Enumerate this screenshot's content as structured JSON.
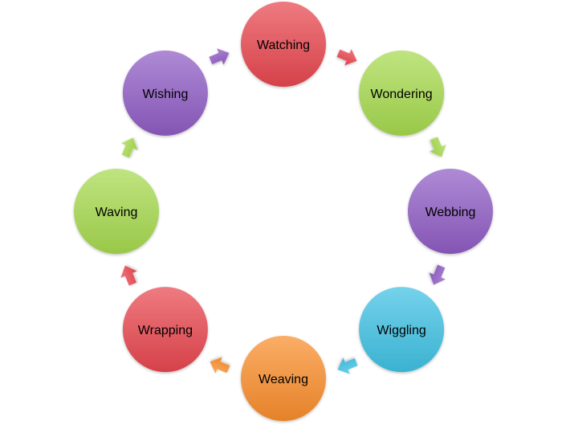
{
  "cycle": {
    "nodes": [
      {
        "label": "Watching",
        "color": "#e8474f"
      },
      {
        "label": "Wondering",
        "color": "#a6d94e"
      },
      {
        "label": "Webbing",
        "color": "#8f5cc4"
      },
      {
        "label": "Wiggling",
        "color": "#3fc1e3"
      },
      {
        "label": "Weaving",
        "color": "#f98d2c"
      },
      {
        "label": "Wrapping",
        "color": "#e8474f"
      },
      {
        "label": "Waving",
        "color": "#a6d94e"
      },
      {
        "label": "Wishing",
        "color": "#8f5cc4"
      }
    ],
    "arrow_colors": [
      "#e8474f",
      "#a6d94e",
      "#8f5cc4",
      "#3fc1e3",
      "#f98d2c",
      "#e8474f",
      "#a6d94e",
      "#8f5cc4"
    ]
  }
}
